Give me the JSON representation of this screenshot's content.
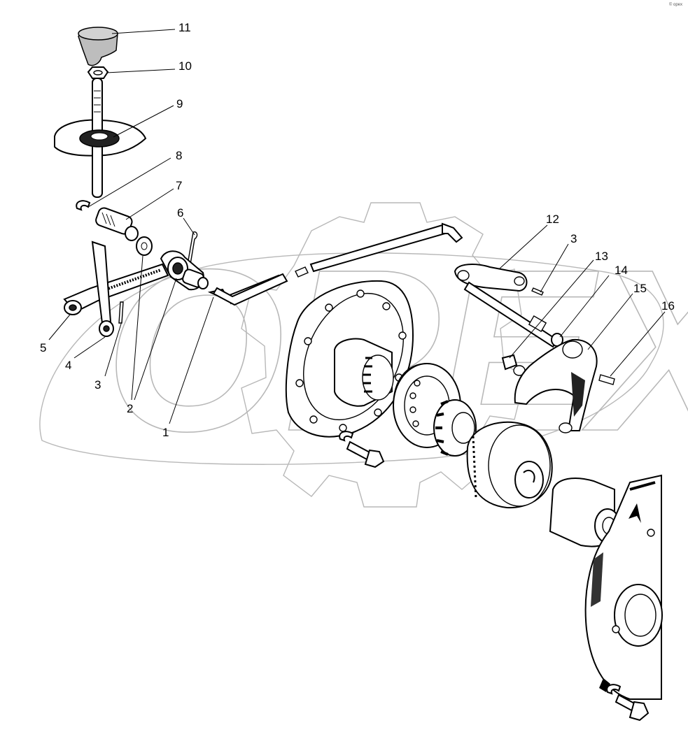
{
  "watermark": {
    "text": "OPEX"
  },
  "corner_mark": "© opex",
  "callouts": [
    {
      "id": "11",
      "label": "11"
    },
    {
      "id": "10",
      "label": "10"
    },
    {
      "id": "9",
      "label": "9"
    },
    {
      "id": "8",
      "label": "8"
    },
    {
      "id": "7",
      "label": "7"
    },
    {
      "id": "6",
      "label": "6"
    },
    {
      "id": "5",
      "label": "5"
    },
    {
      "id": "4",
      "label": "4"
    },
    {
      "id": "3a",
      "label": "3"
    },
    {
      "id": "2",
      "label": "2"
    },
    {
      "id": "1",
      "label": "1"
    },
    {
      "id": "12",
      "label": "12"
    },
    {
      "id": "3b",
      "label": "3"
    },
    {
      "id": "13",
      "label": "13"
    },
    {
      "id": "14",
      "label": "14"
    },
    {
      "id": "15",
      "label": "15"
    },
    {
      "id": "16",
      "label": "16"
    }
  ]
}
